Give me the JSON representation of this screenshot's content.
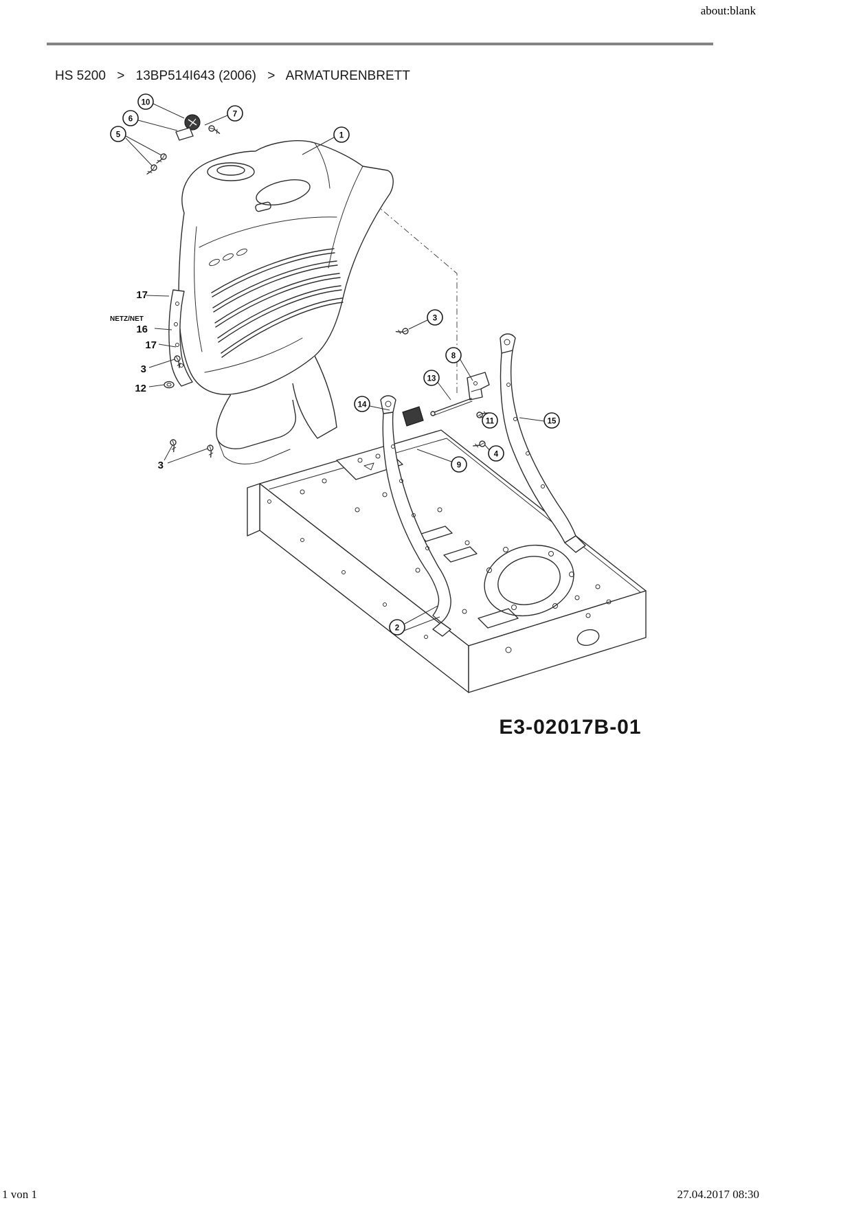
{
  "page": {
    "header_right": "about:blank",
    "footer_left": "1 von 1",
    "footer_right": "27.04.2017 08:30"
  },
  "breadcrumb": {
    "items": [
      "HS 5200",
      "13BP514I643 (2006)",
      "ARMATURENBRETT"
    ],
    "separator": ">"
  },
  "diagram": {
    "part_code": "E3-02017B-01",
    "net_label": "NETZ/NET",
    "callouts": {
      "c1": "1",
      "c2": "2",
      "c3": "3",
      "c4": "4",
      "c5": "5",
      "c6": "6",
      "c7": "7",
      "c8": "8",
      "c9": "9",
      "c10": "10",
      "c11": "11",
      "c13": "13",
      "c14": "14",
      "c15": "15"
    },
    "labels": {
      "l17a": "17",
      "l16": "16",
      "l17b": "17",
      "l3a": "3",
      "l12": "12",
      "l3b": "3"
    }
  }
}
